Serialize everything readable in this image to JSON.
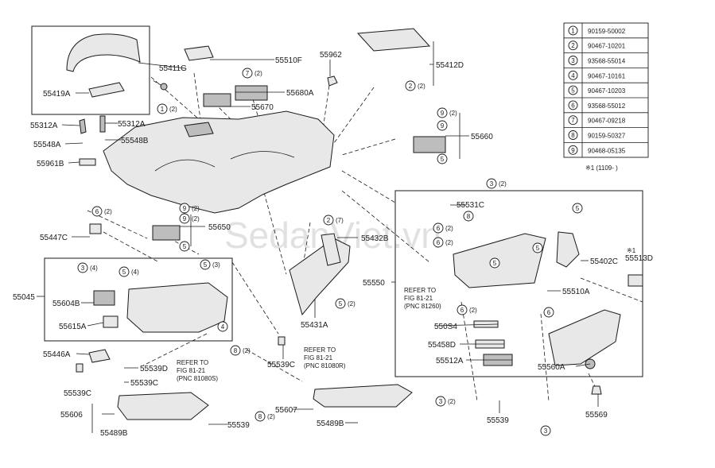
{
  "legend": {
    "rows": [
      {
        "n": "1",
        "part": "90159-50002"
      },
      {
        "n": "2",
        "part": "90467-10201"
      },
      {
        "n": "3",
        "part": "93568-55014"
      },
      {
        "n": "4",
        "part": "90467-10161"
      },
      {
        "n": "5",
        "part": "90467-10203"
      },
      {
        "n": "6",
        "part": "93568-55012"
      },
      {
        "n": "7",
        "part": "90467-09218"
      },
      {
        "n": "8",
        "part": "90159-50327"
      },
      {
        "n": "9",
        "part": "90468-05135"
      }
    ],
    "note": "※1 (1109-   )"
  },
  "watermark": "SedanViet.vn",
  "labels": {
    "p55411G": "55411G",
    "p55419A": "55419A",
    "p55312A_l": "55312A",
    "p55312A_r": "55312A",
    "p55548A": "55548A",
    "p55548B": "55548B",
    "p55961B": "55961B",
    "p55510F": "55510F",
    "p55680A": "55680A",
    "p55670": "55670",
    "p55962": "55962",
    "p55412D": "55412D",
    "p55660": "55660",
    "p55447C": "55447C",
    "p55650": "55650",
    "p55045": "55045",
    "p55604B": "55604B",
    "p55615A": "55615A",
    "p55432B": "55432B",
    "p55431A": "55431A",
    "p55531C": "55531C",
    "p55550": "55550",
    "p55402C": "55402C",
    "p55513D": "55513D",
    "note1": "※1",
    "p55510A": "55510A",
    "p55054": "550S4",
    "p55458D": "55458D",
    "p55512A": "55512A",
    "p55560A": "55560A",
    "p55446A": "55446A",
    "p55539D": "55539D",
    "p55539C_a": "55539C",
    "p55539C_b": "55539C",
    "p55539C_c": "55539C",
    "p55606": "55606",
    "p55489B_a": "55489B",
    "p55539_a": "55539",
    "p55607": "55607",
    "p55489B_b": "55489B",
    "p55539_b": "55539",
    "p55569": "55569"
  },
  "refs": {
    "ref1": [
      "REFER TO",
      "FIG 81-21",
      "(PNC 81080S)"
    ],
    "ref2": [
      "REFER TO",
      "FIG 81-21",
      "(PNC 81080R)"
    ],
    "ref3": [
      "REFER TO",
      "FIG 81-21",
      "(PNC 81260)"
    ]
  },
  "callouts": [
    {
      "n": "1",
      "q": "(2)"
    },
    {
      "n": "7",
      "q": "(2)"
    },
    {
      "n": "2",
      "q": "(2)"
    },
    {
      "n": "9",
      "q": "(2)"
    },
    {
      "n": "9",
      "q": ""
    },
    {
      "n": "5",
      "q": ""
    },
    {
      "n": "6",
      "q": "(2)"
    },
    {
      "n": "9",
      "q": "(2)"
    },
    {
      "n": "9",
      "q": "(2)"
    },
    {
      "n": "5",
      "q": ""
    },
    {
      "n": "3",
      "q": "(4)"
    },
    {
      "n": "5",
      "q": "(4)"
    },
    {
      "n": "5",
      "q": "(3)"
    },
    {
      "n": "4",
      "q": ""
    },
    {
      "n": "8",
      "q": "(2)"
    },
    {
      "n": "2",
      "q": "(7)"
    },
    {
      "n": "5",
      "q": "(2)"
    },
    {
      "n": "3",
      "q": "(2)"
    },
    {
      "n": "6",
      "q": "(2)"
    },
    {
      "n": "6",
      "q": "(2)"
    },
    {
      "n": "8",
      "q": ""
    },
    {
      "n": "5",
      "q": ""
    },
    {
      "n": "5",
      "q": ""
    },
    {
      "n": "5",
      "q": ""
    },
    {
      "n": "6",
      "q": "(2)"
    },
    {
      "n": "6",
      "q": ""
    },
    {
      "n": "3",
      "q": "(2)"
    },
    {
      "n": "3",
      "q": ""
    },
    {
      "n": "8",
      "q": "(2)"
    }
  ]
}
